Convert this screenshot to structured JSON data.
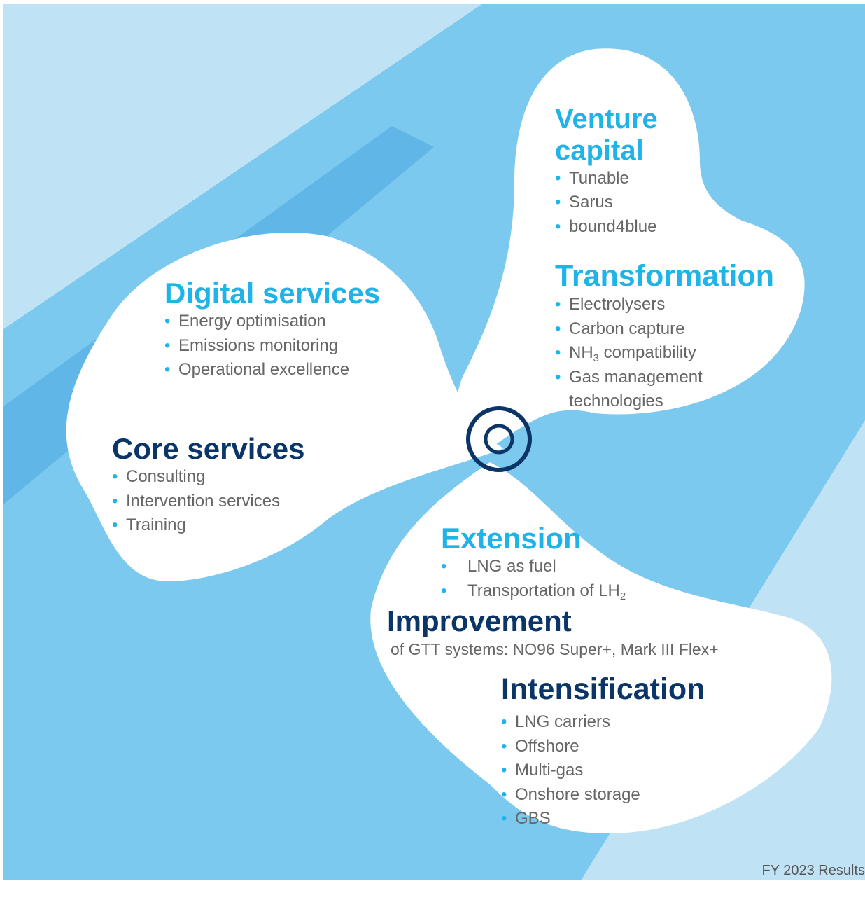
{
  "colors": {
    "background_light": "#bfe3f5",
    "background_mid": "#7cc9ef",
    "background_stripe": "#5fb6e7",
    "blade_fill": "#ffffff",
    "heading_light_blue": "#1fb3e8",
    "heading_dark_blue": "#0b3567",
    "body_text": "#666666"
  },
  "hub_icon": "concentric-circles-icon",
  "sections": {
    "venture_capital": {
      "title_line1": "Venture",
      "title_line2": "capital",
      "items": [
        "Tunable",
        "Sarus",
        "bound4blue"
      ]
    },
    "transformation": {
      "title": "Transformation",
      "items": [
        "Electrolysers",
        "Carbon capture",
        "NH",
        "3",
        " compatibility",
        "Gas management",
        "technologies"
      ]
    },
    "digital_services": {
      "title": "Digital services",
      "items": [
        "Energy optimisation",
        "Emissions monitoring",
        "Operational  excellence"
      ]
    },
    "core_services": {
      "title": "Core services",
      "items": [
        "Consulting",
        "Intervention services",
        "Training"
      ]
    },
    "extension": {
      "title": "Extension",
      "items": [
        "LNG as fuel",
        "Transportation of LH",
        "2"
      ]
    },
    "improvement": {
      "title": "Improvement",
      "subtitle": "of GTT systems: NO96 Super+, Mark III Flex+"
    },
    "intensification": {
      "title": "Intensification",
      "items": [
        "LNG carriers",
        "Offshore",
        "Multi-gas",
        "Onshore storage",
        "GBS"
      ]
    }
  },
  "bullet": "•",
  "footer": "FY 2023 Results"
}
